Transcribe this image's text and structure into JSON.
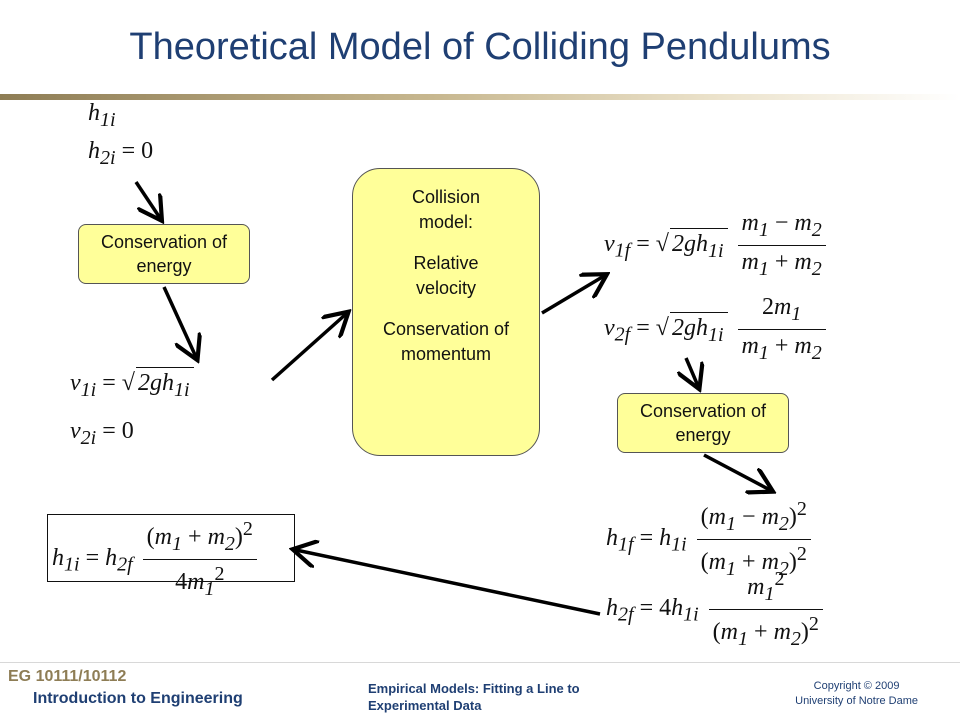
{
  "slide": {
    "title": "Theoretical Model of Colliding Pendulums"
  },
  "boxes": {
    "energy_left": "Conservation of energy",
    "energy_right": "Conservation of energy",
    "collision": {
      "line1": "Collision model:",
      "line2": "Relative velocity",
      "line3": "Conservation of momentum"
    }
  },
  "equations": {
    "h1i": "h₁ᵢ",
    "h2i": "h₂ᵢ = 0",
    "v1i": "v₁ᵢ = √(2gh₁ᵢ)",
    "v2i": "v₂ᵢ = 0",
    "v1f": "v₁f = √(2gh₁ᵢ) (m₁ − m₂)/(m₁ + m₂)",
    "v2f": "v₂f = √(2gh₁ᵢ) 2m₁/(m₁ + m₂)",
    "h1f": "h₁f = h₁ᵢ (m₁ − m₂)²/(m₁ + m₂)²",
    "h2f": "h₂f = 4h₁ᵢ m₁²/(m₁ + m₂)²",
    "h1i_result": "h₁ᵢ = h₂f (m₁ + m₂)²/(4m₁²)"
  },
  "footer": {
    "course": "EG 10111/10112",
    "intro": "Introduction to Engineering",
    "topic_line1": "Empirical Models:  Fitting a Line to",
    "topic_line2": "Experimental Data",
    "copyright_line1": "Copyright © 2009",
    "copyright_line2": "University of Notre Dame"
  },
  "colors": {
    "title": "#1f3f73",
    "box_fill": "#ffff99",
    "accent": "#8e7d55"
  }
}
